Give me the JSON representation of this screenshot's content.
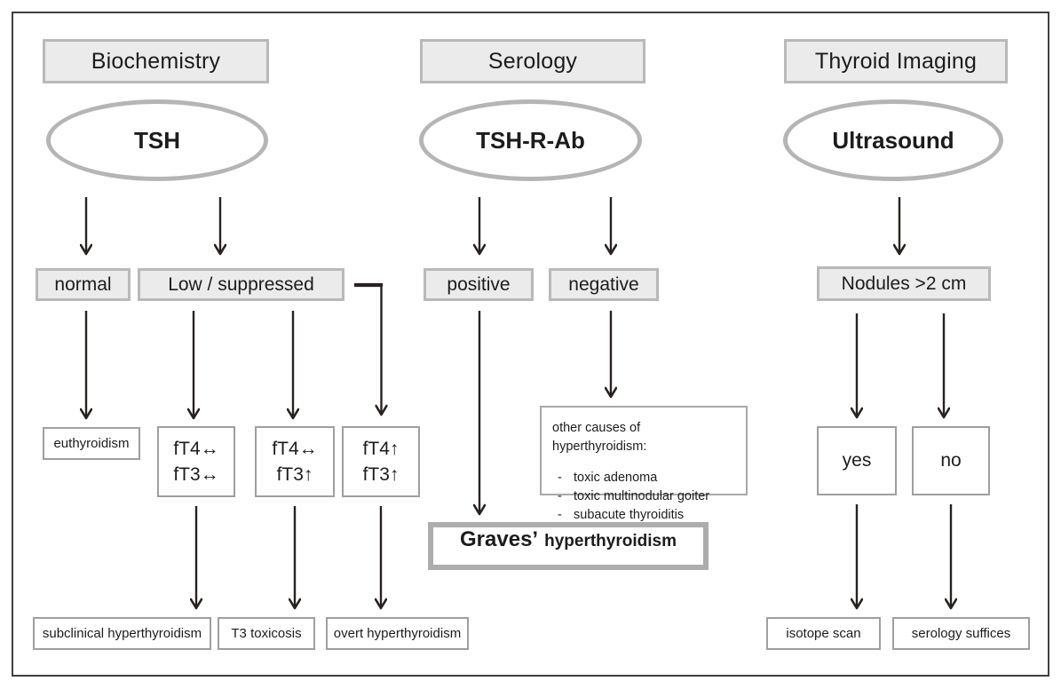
{
  "palette": {
    "box_fill": "#ebebeb",
    "box_border": "#b9b9b9",
    "thin_border": "#9f9f9f",
    "ellipse_border": "#b5b5b5",
    "arrow": "#272220",
    "frame": "#404040",
    "text": "#1c1c1c"
  },
  "columns": {
    "biochemistry": {
      "header": "Biochemistry",
      "test": "TSH",
      "branches": {
        "normal": "normal",
        "low": "Low / suppressed"
      },
      "results": {
        "euthyroidism": "euthyroidism",
        "ft4_normal_ft3_normal": {
          "line1": "fT4↔",
          "line2": "fT3↔"
        },
        "ft4_normal_ft3_high": {
          "line1": "fT4↔",
          "line2": "fT3↑"
        },
        "ft4_high_ft3_high": {
          "line1": "fT4↑",
          "line2": "fT3↑"
        }
      },
      "outcomes": {
        "subclinical": "subclinical hyperthyroidism",
        "t3_toxicosis": "T3 toxicosis",
        "overt": "overt hyperthyroidism"
      }
    },
    "serology": {
      "header": "Serology",
      "test": "TSH-R-Ab",
      "branches": {
        "positive": "positive",
        "negative": "negative"
      },
      "other_causes": {
        "title": "other causes of hyperthyroidism:",
        "bullet": "-",
        "items": [
          "toxic adenoma",
          "toxic multinodular goiter",
          "subacute thyroiditis"
        ]
      },
      "diagnosis": {
        "primary": "Graves’",
        "secondary": "hyperthyroidism"
      }
    },
    "imaging": {
      "header": "Thyroid Imaging",
      "test": "Ultrasound",
      "branch": "Nodules >2 cm",
      "decisions": {
        "yes": "yes",
        "no": "no"
      },
      "outcomes": {
        "isotope": "isotope scan",
        "serology_suffices": "serology suffices"
      }
    }
  }
}
